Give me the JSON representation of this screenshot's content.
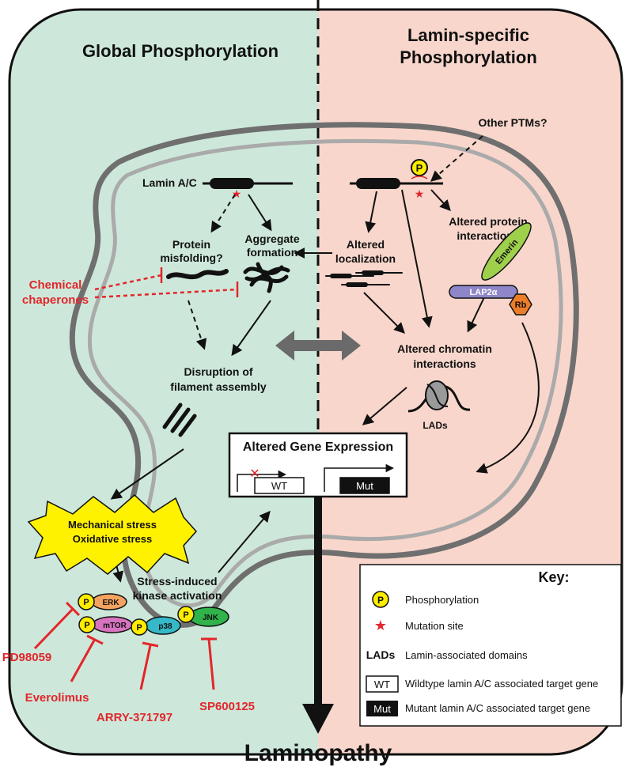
{
  "panels": {
    "left_title": "Global Phosphorylation",
    "right_title_line1": "Lamin-specific",
    "right_title_line2": "Phosphorylation"
  },
  "labels": {
    "lamin": "Lamin A/C",
    "other_ptms": "Other PTMs?",
    "misfolding_1": "Protein",
    "misfolding_2": "misfolding?",
    "aggregate_1": "Aggregate",
    "aggregate_2": "formation",
    "chaperones_1": "Chemical",
    "chaperones_2": "chaperones",
    "disruption_1": "Disruption of",
    "disruption_2": "filament assembly",
    "altered_loc_1": "Altered",
    "altered_loc_2": "localization",
    "altered_prot_1": "Altered protein",
    "altered_prot_2": "interactions",
    "emerin": "Emerin",
    "lap2a": "LAP2α",
    "rb": "Rb",
    "chromatin_1": "Altered chromatin",
    "chromatin_2": "interactions",
    "lads": "LADs",
    "gene_expression": "Altered Gene Expression",
    "wt": "WT",
    "mut": "Mut",
    "stress_1": "Mechanical stress",
    "stress_2": "Oxidative stress",
    "kinase_1": "Stress-induced",
    "kinase_2": "kinase activation",
    "p": "P",
    "erk": "ERK",
    "mtor": "mTOR",
    "p38": "p38",
    "jnk": "JNK",
    "pd98059": "PD98059",
    "everolimus": "Everolimus",
    "arry": "ARRY-371797",
    "sp600125": "SP600125",
    "laminopathy": "Laminopathy"
  },
  "key": {
    "title": "Key:",
    "phosphorylation": "Phosphorylation",
    "mutation_site": "Mutation site",
    "lads_symbol": "LADs",
    "lads_desc": "Lamin-associated domains",
    "wt_symbol": "WT",
    "wt_desc": "Wildtype lamin A/C associated target gene",
    "mut_symbol": "Mut",
    "mut_desc": "Mutant lamin A/C associated target gene"
  },
  "colors": {
    "left_bg": "#cde8da",
    "right_bg": "#f8d6cb",
    "inhibitor_red": "#e3262b",
    "stress_yellow": "#fff200",
    "erk": "#f4a460",
    "mtor": "#d873c0",
    "p38": "#35b8c8",
    "jnk": "#2fb34a",
    "emerin": "#9ed04c",
    "lap2a": "#8f86c9",
    "rb": "#ec7d27",
    "phospho_yellow": "#ffed00"
  }
}
